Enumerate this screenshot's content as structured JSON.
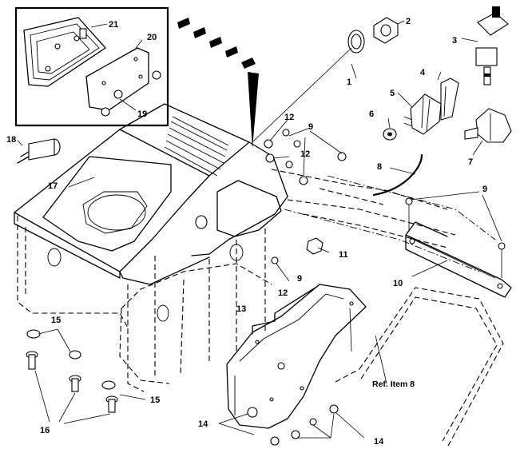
{
  "callouts": {
    "c1": "1",
    "c2": "2",
    "c3": "3",
    "c4": "4",
    "c5": "5",
    "c6": "6",
    "c7": "7",
    "c8": "8",
    "c8b": "8",
    "c9a": "9",
    "c9b": "9",
    "c9c": "9",
    "c10": "10",
    "c11": "11",
    "c12a": "12",
    "c12b": "12",
    "c12c": "12",
    "c13": "13",
    "c14a": "14",
    "c14b": "14",
    "c15a": "15",
    "c15b": "15",
    "c16": "16",
    "c17": "17",
    "c18": "18",
    "c19": "19",
    "c20": "20",
    "c21": "21"
  },
  "reference_note": "Ref. Item 8"
}
